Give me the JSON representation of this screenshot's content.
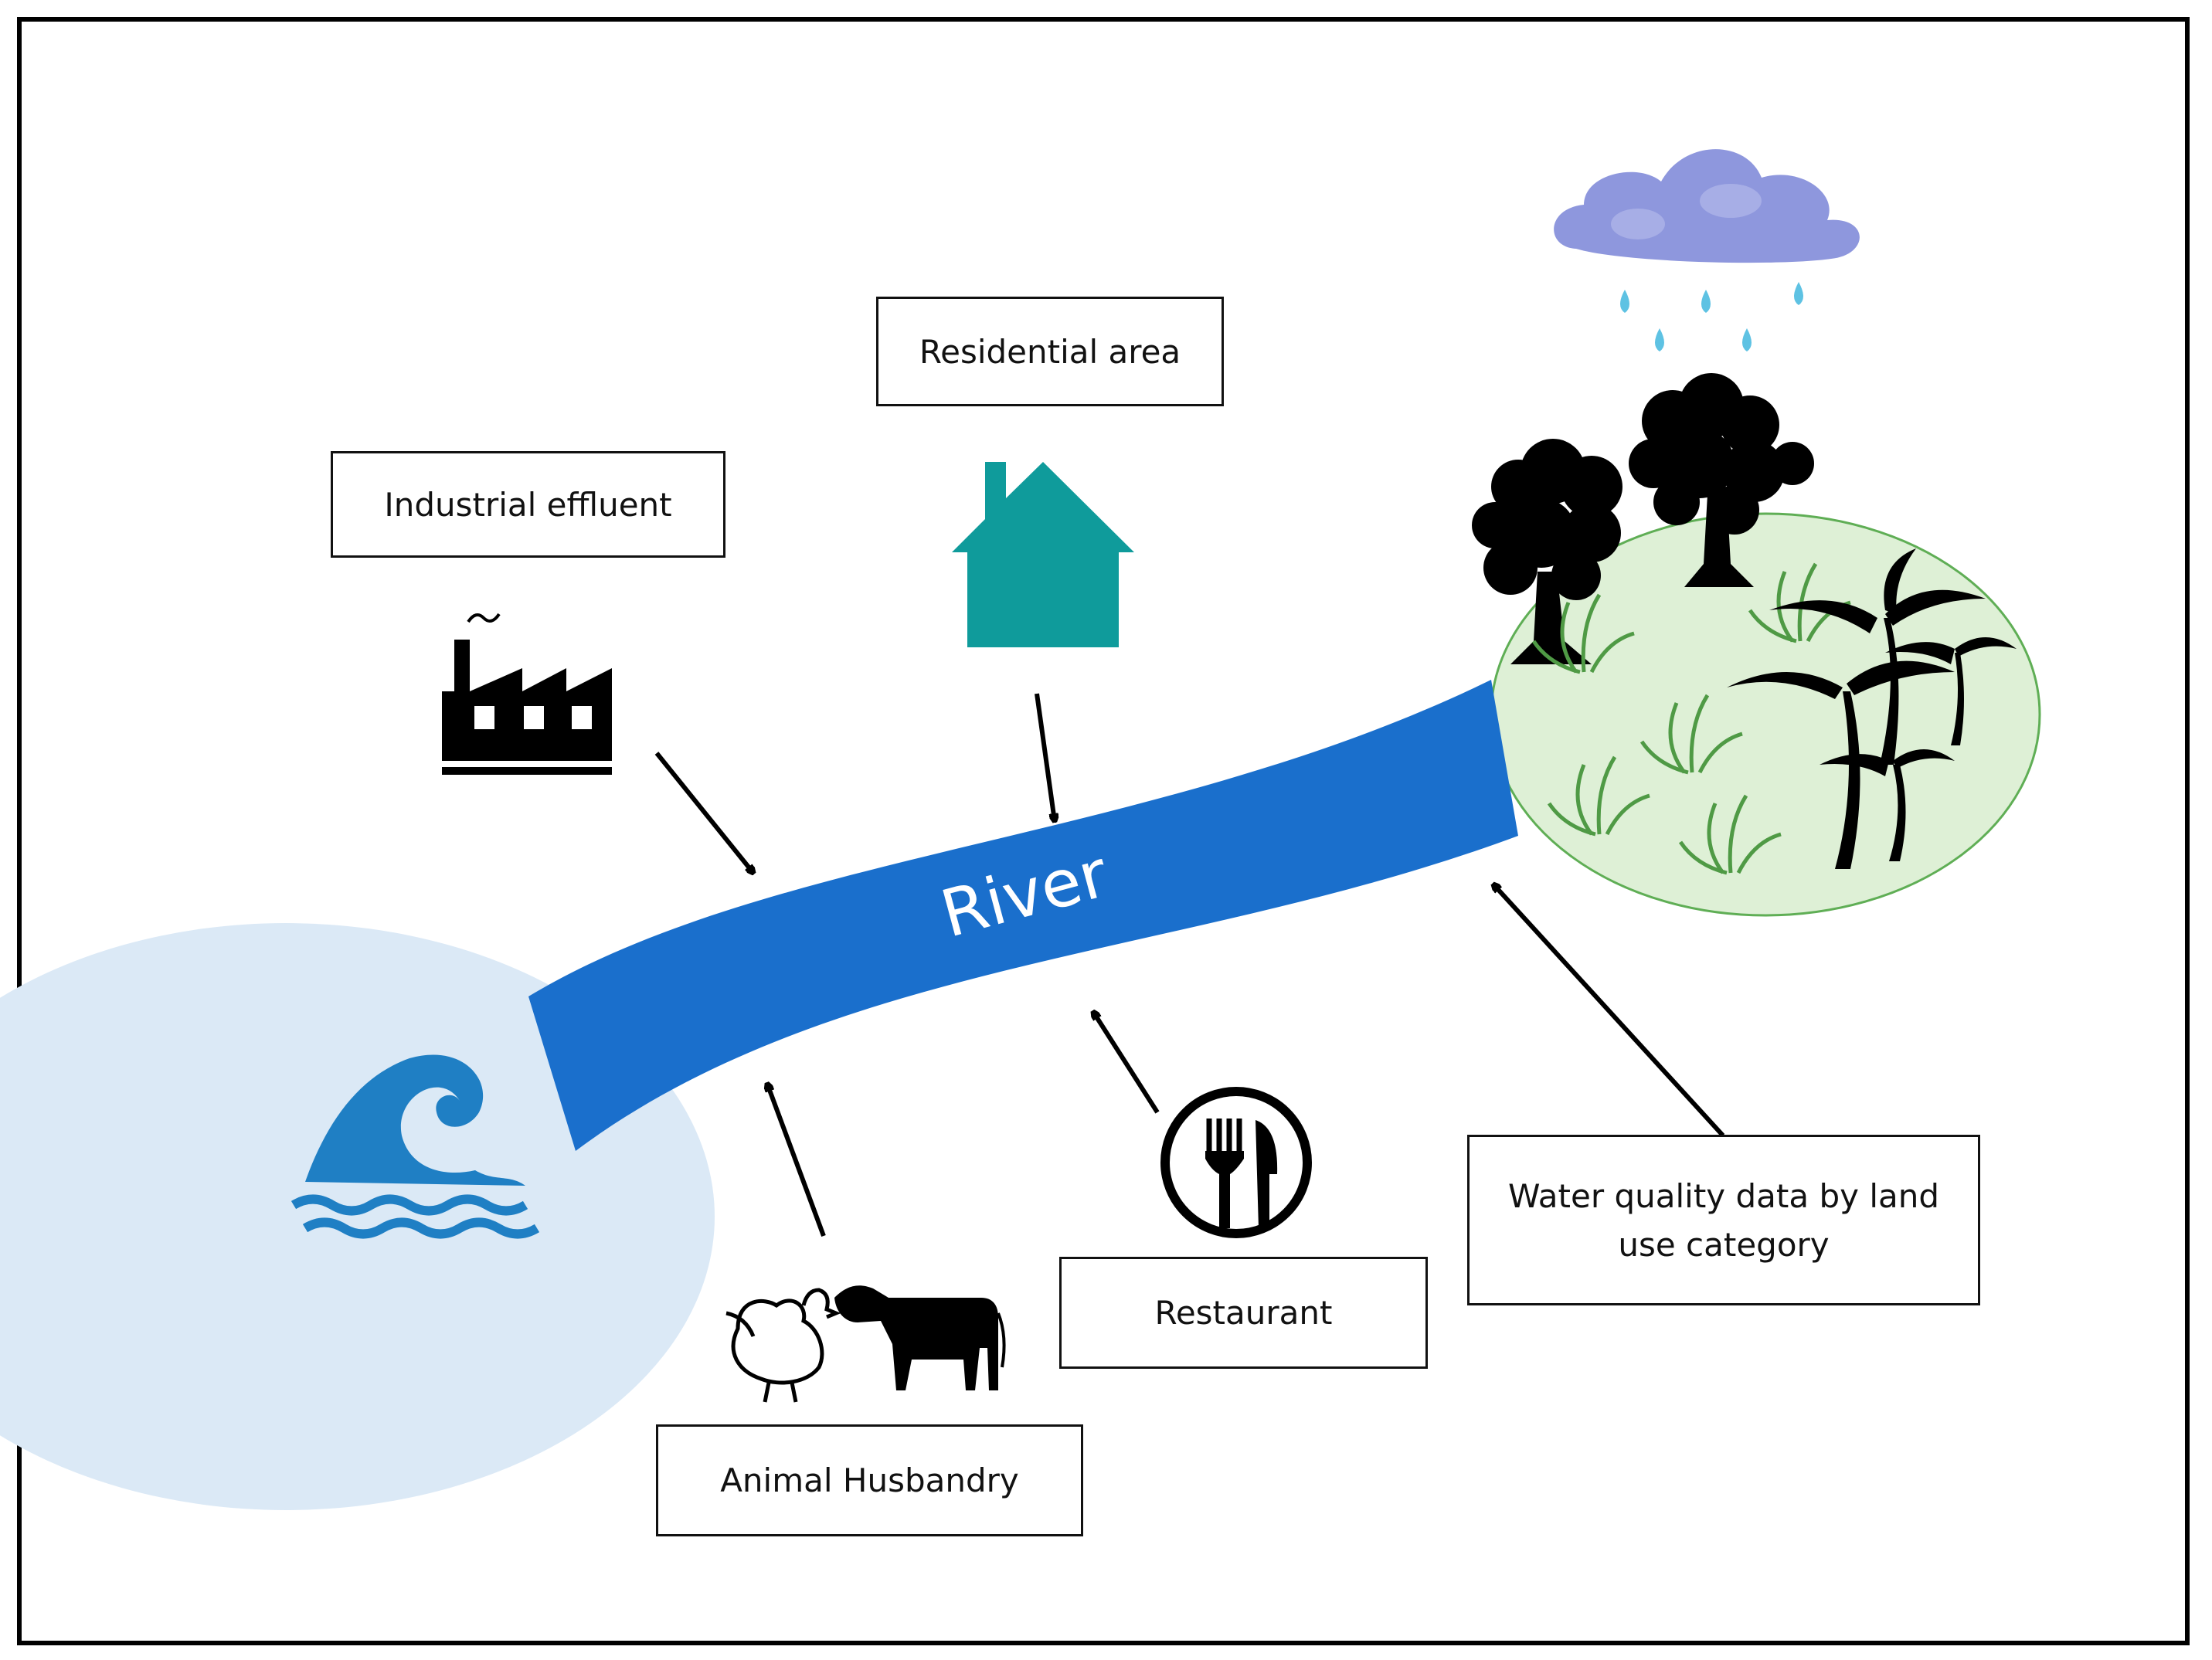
{
  "labels": {
    "industrial": "Industrial effluent",
    "residential": "Residential area",
    "restaurant": "Restaurant",
    "animal": "Animal Husbandry",
    "water_quality": "Water quality data by land use category",
    "river": "River"
  },
  "colors": {
    "river": "#1a6fcc",
    "sea": "#dbe9f6",
    "house": "#0f9b9b",
    "vegetation_area": "#def0d6",
    "cloud": "#8e97dd",
    "raindrop": "#5ec2e3",
    "wave": "#1f7fc4"
  },
  "icons": [
    "factory-icon",
    "house-icon",
    "cloud-icon",
    "raindrop-icon",
    "tree-icon",
    "grass-icon",
    "palm-tree-icon",
    "wave-icon",
    "chicken-icon",
    "cow-icon",
    "fork-knife-icon"
  ]
}
